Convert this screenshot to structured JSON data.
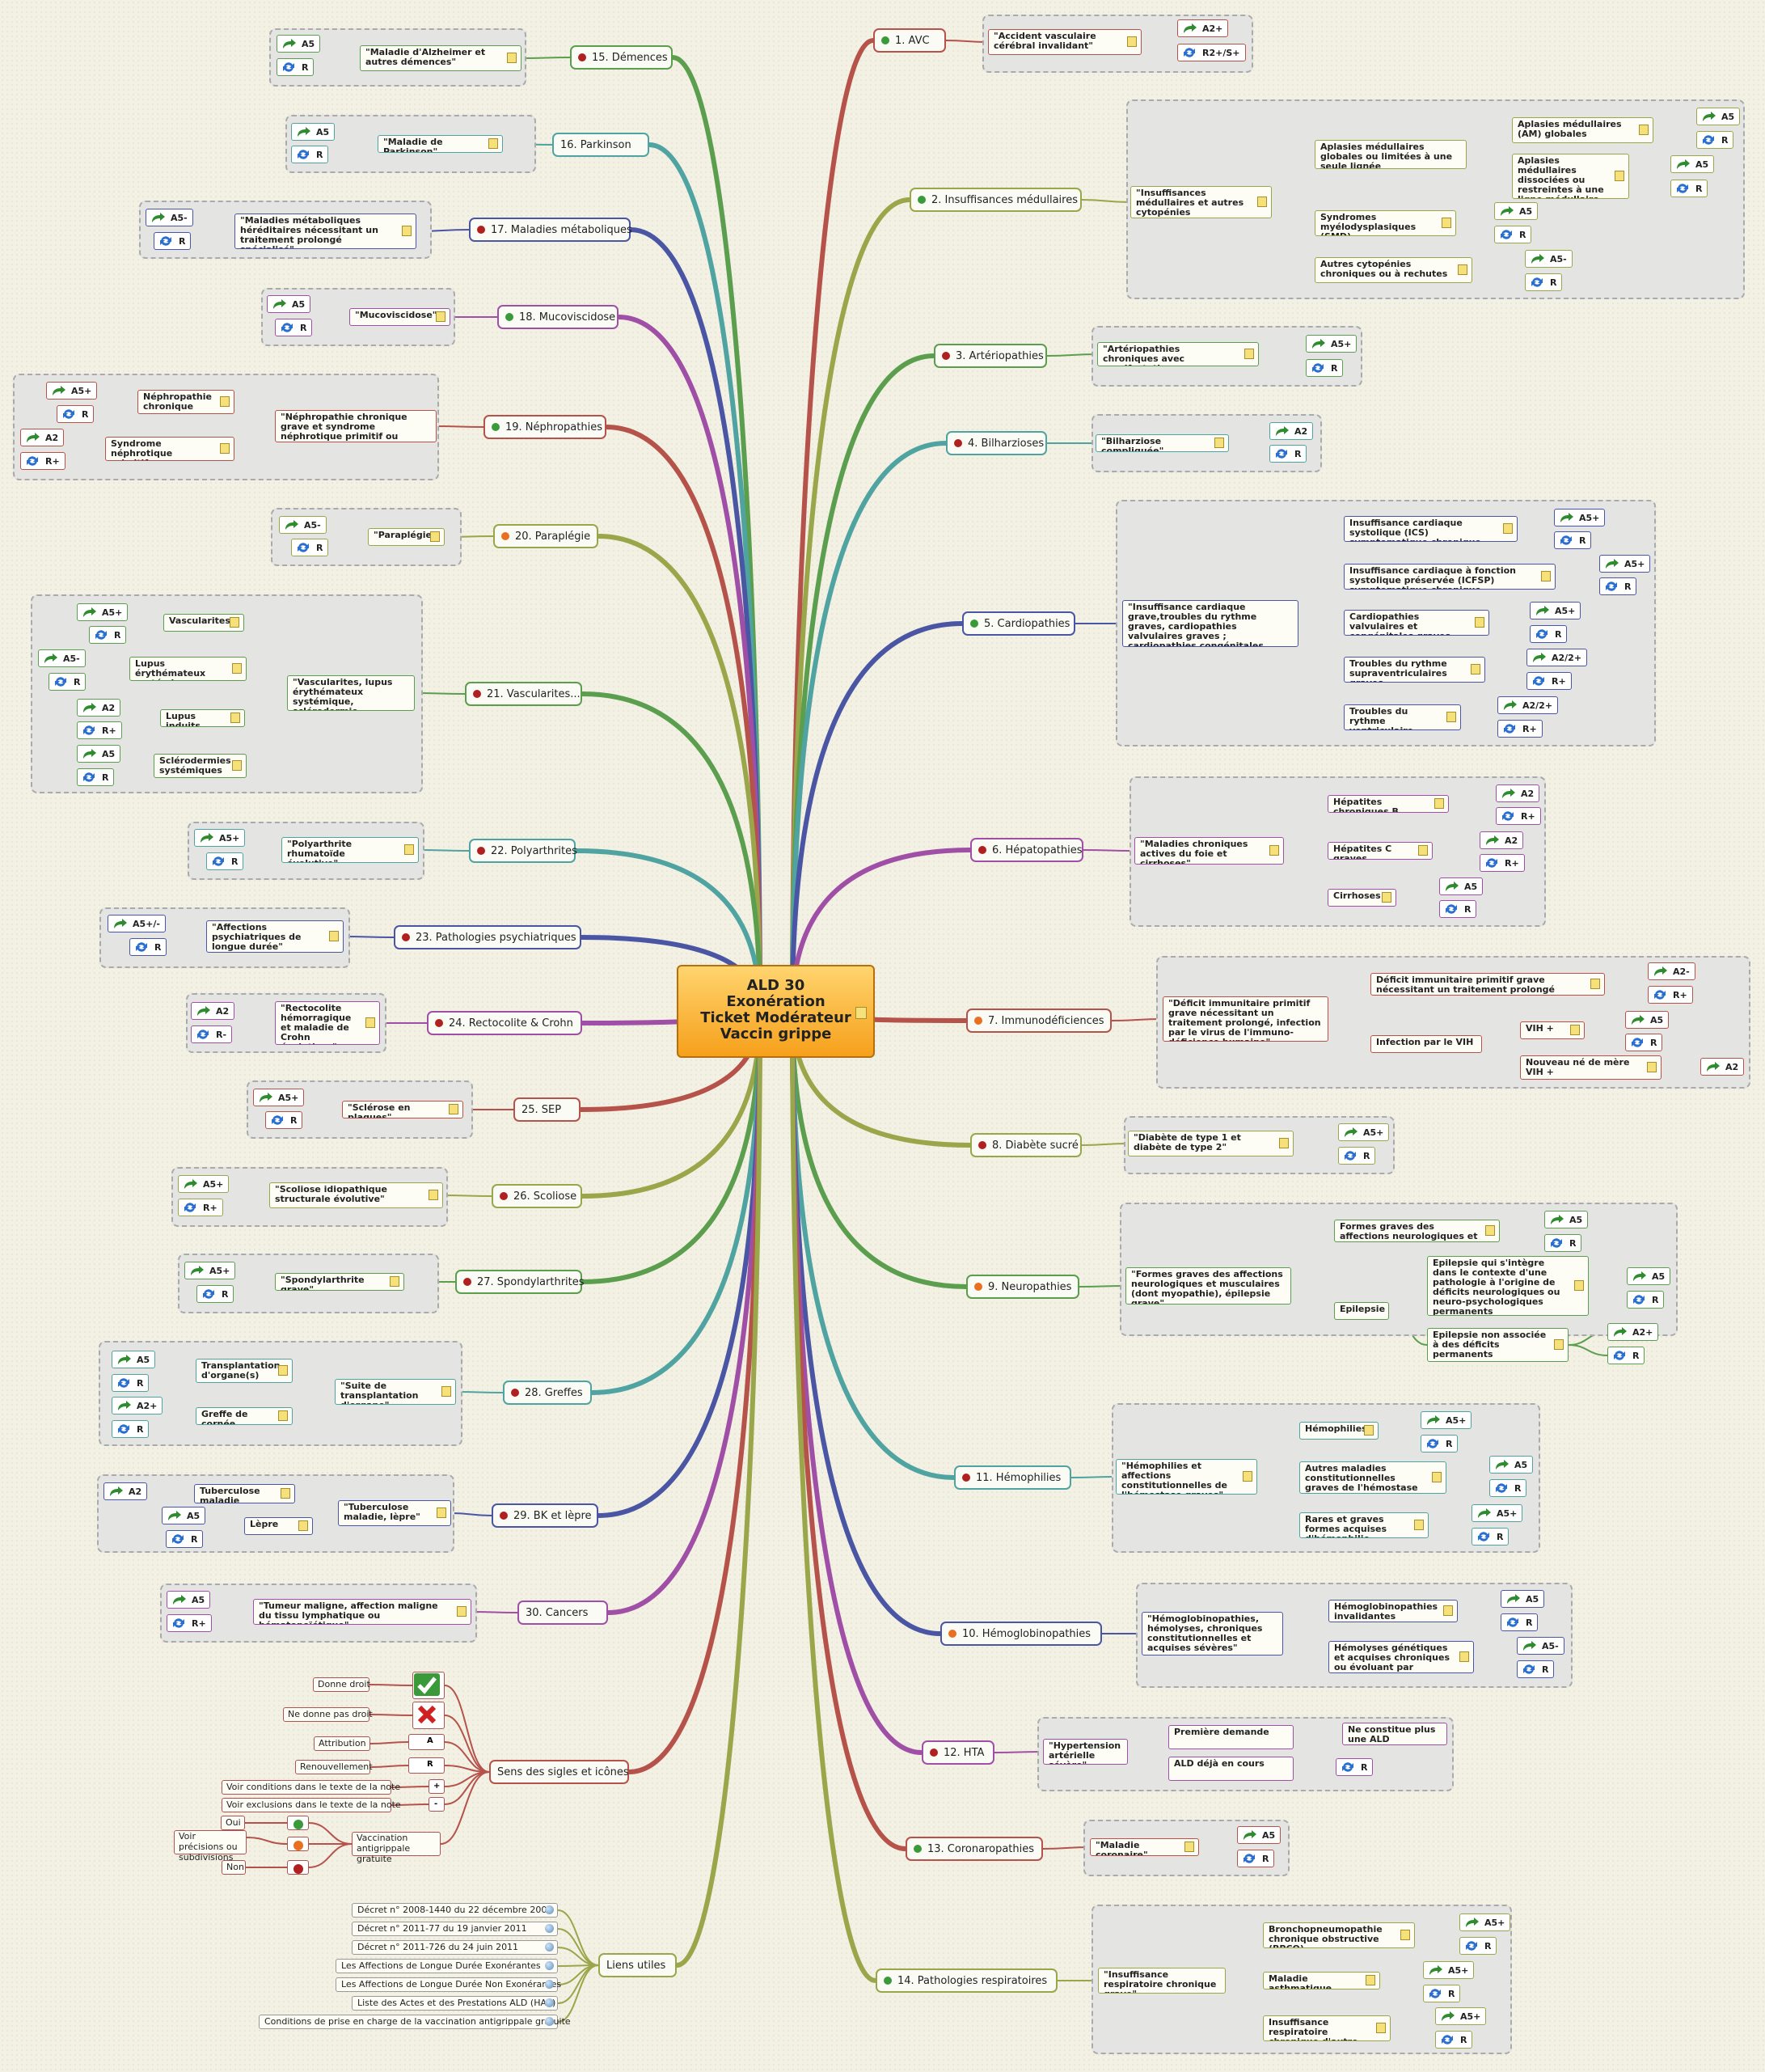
{
  "colors": {
    "green": "#3a9a3a",
    "red": "#b02020",
    "orange": "#e87020",
    "center_bg": "#f6a01b"
  },
  "center": {
    "lines": [
      "ALD 30",
      "Exonération",
      "Ticket Modérateur",
      "Vaccin grippe"
    ]
  },
  "topics": [
    {
      "id": "t1",
      "label": "1. AVC",
      "dot": "green",
      "color": "#b5534b"
    },
    {
      "id": "t2",
      "label": "2. Insuffisances médullaires",
      "dot": "green",
      "color": "#9aa64a"
    },
    {
      "id": "t3",
      "label": "3. Artériopathies",
      "dot": "red",
      "color": "#5a9e4e"
    },
    {
      "id": "t4",
      "label": "4. Bilharzioses",
      "dot": "red",
      "color": "#4fa3a0"
    },
    {
      "id": "t5",
      "label": "5. Cardiopathies",
      "dot": "green",
      "color": "#4a55a3"
    },
    {
      "id": "t6",
      "label": "6. Hépatopathies",
      "dot": "red",
      "color": "#a04fa6"
    },
    {
      "id": "t7",
      "label": "7. Immunodéficiences",
      "dot": "orange",
      "color": "#b5534b"
    },
    {
      "id": "t8",
      "label": "8. Diabète sucré",
      "dot": "red",
      "color": "#9aa64a"
    },
    {
      "id": "t9",
      "label": "9. Neuropathies",
      "dot": "orange",
      "color": "#5a9e4e"
    },
    {
      "id": "t11",
      "label": "11. Hémophilies",
      "dot": "red",
      "color": "#4fa3a0"
    },
    {
      "id": "t10",
      "label": "10. Hémoglobinopathies",
      "dot": "orange",
      "color": "#4a55a3"
    },
    {
      "id": "t12",
      "label": "12. HTA",
      "dot": "red",
      "color": "#a04fa6"
    },
    {
      "id": "t13",
      "label": "13. Coronaropathies",
      "dot": "green",
      "color": "#b5534b"
    },
    {
      "id": "t14",
      "label": "14. Pathologies respiratoires",
      "dot": "green",
      "color": "#9aa64a"
    },
    {
      "id": "t15",
      "label": "15. Démences",
      "dot": "red",
      "color": "#5a9e4e"
    },
    {
      "id": "t16",
      "label": "16. Parkinson",
      "dot": "none",
      "color": "#4fa3a0"
    },
    {
      "id": "t17",
      "label": "17. Maladies métaboliques",
      "dot": "red",
      "color": "#4a55a3"
    },
    {
      "id": "t18",
      "label": "18. Mucoviscidose",
      "dot": "green",
      "color": "#a04fa6"
    },
    {
      "id": "t19",
      "label": "19. Néphropathies",
      "dot": "green",
      "color": "#b5534b"
    },
    {
      "id": "t20",
      "label": "20. Paraplégie",
      "dot": "orange",
      "color": "#9aa64a"
    },
    {
      "id": "t21",
      "label": "21. Vascularites...",
      "dot": "red",
      "color": "#5a9e4e"
    },
    {
      "id": "t22",
      "label": "22. Polyarthrites",
      "dot": "red",
      "color": "#4fa3a0"
    },
    {
      "id": "t23",
      "label": "23. Pathologies psychiatriques",
      "dot": "red",
      "color": "#4a55a3"
    },
    {
      "id": "t24",
      "label": "24. Rectocolite & Crohn",
      "dot": "red",
      "color": "#a04fa6"
    },
    {
      "id": "t25",
      "label": "25. SEP",
      "dot": "none",
      "color": "#b5534b"
    },
    {
      "id": "t26",
      "label": "26. Scoliose",
      "dot": "red",
      "color": "#9aa64a"
    },
    {
      "id": "t27",
      "label": "27. Spondylarthrites",
      "dot": "red",
      "color": "#5a9e4e"
    },
    {
      "id": "t28",
      "label": "28. Greffes",
      "dot": "red",
      "color": "#4fa3a0"
    },
    {
      "id": "t29",
      "label": "29. BK et lèpre",
      "dot": "red",
      "color": "#4a55a3"
    },
    {
      "id": "t30",
      "label": "30. Cancers",
      "dot": "none",
      "color": "#a04fa6"
    },
    {
      "id": "tS",
      "label": "Sens des sigles et icônes",
      "dot": "none",
      "color": "#b5534b"
    },
    {
      "id": "tL",
      "label": "Liens utiles",
      "dot": "none",
      "color": "#9aa64a"
    }
  ],
  "leaves": [
    "\"Accident vasculaire cérébral invalidant\"",
    "\"Insuffisances médullaires et autres cytopénies chroniques\"",
    "Aplasies médullaires globales ou limitées à une seule lignée",
    "Aplasies médullaires (AM) globales",
    "Aplasies médullaires dissociées ou restreintes à une ligne médullaire",
    "Syndromes myélodysplasiques (SMD)",
    "Autres cytopénies chroniques ou à rechutes",
    "\"Artériopathies chroniques avec manifestations ischémiques\"",
    "\"Bilharziose compliquée\"",
    "\"Insuffisance cardiaque grave,troubles du rythme graves, cardiopathies valvulaires graves ; cardiopathies congénitales graves\"",
    "Insuffisance cardiaque systolique (ICS) symptomatique chronique",
    "Insuffisance cardiaque à fonction systolique préservée (ICFSP) symptomatique chronique",
    "Cardiopathies valvulaires et congénitales graves",
    "Troubles du rythme supraventriculaires graves",
    "Troubles du rythme ventriculaire graves",
    "\"Maladies chroniques actives du foie et cirrhoses\"",
    "Hépatites chroniques B",
    "Hépatites C graves",
    "Cirrhoses",
    "\"Déficit immunitaire primitif grave nécessitant un traitement prolongé, infection par le virus de l'immuno-déficience humaine\"",
    "Déficit immunitaire primitif grave nécessitant un traitement prolongé",
    "Infection par le VIH",
    "VIH +",
    "Nouveau né de mère VIH +",
    "\"Diabète de type 1 et diabète de type 2\"",
    "\"Formes graves des affections neurologiques et musculaires (dont myopathie), épilepsie grave\"",
    "Formes graves des affections neurologiques et musculaires",
    "Epilepsie",
    "Epilepsie qui s'intègre dans le contexte d'une pathologie à l'origine de déficits neurologiques ou neuro-psychologiques permanents",
    "Epilepsie non associée à des déficits permanents",
    "\"Hémophilies et affections constitutionnelles de l'hémostase graves\"",
    "Hémophilies",
    "Autres maladies constitutionnelles graves de l'hémostase",
    "Rares et graves formes acquises d'hémophilie",
    "\"Hémoglobinopathies, hémolyses, chroniques constitutionnelles et acquises sévères\"",
    "Hémoglobinopathies invalidantes",
    "Hémolyses génétiques et acquises chroniques ou évoluant par poussées",
    "\"Hypertension artérielle sévère\"",
    "Première demande",
    "ALD déjà en cours",
    "Ne constitue plus une ALD",
    "\"Maladie coronaire\"",
    "\"Insuffisance respiratoire chronique grave\"",
    "Bronchopneumopathie chronique obstructive (BPCO)",
    "Maladie asthmatique",
    "Insuffisance respiratoire chronique d'autre origine",
    "\"Maladie d'Alzheimer et autres démences\"",
    "\"Maladie de Parkinson\"",
    "\"Maladies métaboliques héréditaires nécessitant un traitement prolongé spécialisé\"",
    "\"Mucoviscidose\"",
    "\"Néphropathie chronique grave et syndrome néphrotique primitif ou idiopathique\"",
    "Néphropathie chronique grave",
    "Syndrome néphrotique primitif ou idiopathique",
    "\"Paraplégie\"",
    "\"Vascularites, lupus érythémateux systémique, sclérodermie systémique\"",
    "Vascularites",
    "Lupus érythémateux systémique",
    "Lupus induits",
    "Sclérodermies systémiques",
    "\"Polyarthrite rhumatoïde évolutive\"",
    "\"Affections psychiatriques de longue durée\"",
    "\"Rectocolite hémorragique et maladie de Crohn évolutives\"",
    "\"Sclérose en plaques\"",
    "\"Scoliose idiopathique structurale évolutive\"",
    "\"Spondylarthrite grave\"",
    "\"Suite de transplantation d'organe\"",
    "Transplantation d'organe(s)",
    "Greffe de cornée",
    "\"Tuberculose maladie, lèpre\"",
    "Tuberculose maladie",
    "Lèpre",
    "\"Tumeur maligne, affection maligne du tissu lymphatique ou hématopoïétique\""
  ],
  "tags": [
    "A2+",
    "R2+/S+",
    "A5",
    "R",
    "A5+",
    "A2",
    "A2/2+",
    "R+",
    "A2-",
    "A5-",
    "A5+/-",
    "R-"
  ],
  "legend": {
    "labels": [
      "Donne droit",
      "Ne donne pas droit",
      "Attribution",
      "Renouvellement",
      "Voir conditions dans le texte de la note",
      "Voir exclusions dans le texte de la note",
      "Oui",
      "Voir précisions ou subdivisions",
      "Non",
      "Vaccination antigrippale gratuite"
    ],
    "symbols": [
      "A",
      "R",
      "+",
      "-"
    ]
  },
  "links": [
    "Décret n° 2008-1440 du 22 décembre 2008",
    "Décret n° 2011-77 du 19 janvier 2011",
    "Décret n° 2011-726 du 24 juin 2011",
    "Les Affections de Longue Durée Exonérantes",
    "Les Affections de Longue Durée Non Exonérantes",
    "Liste des Actes et des Prestations ALD (HAS)",
    "Conditions de prise en charge de la vaccination antigrippale gratuite"
  ]
}
